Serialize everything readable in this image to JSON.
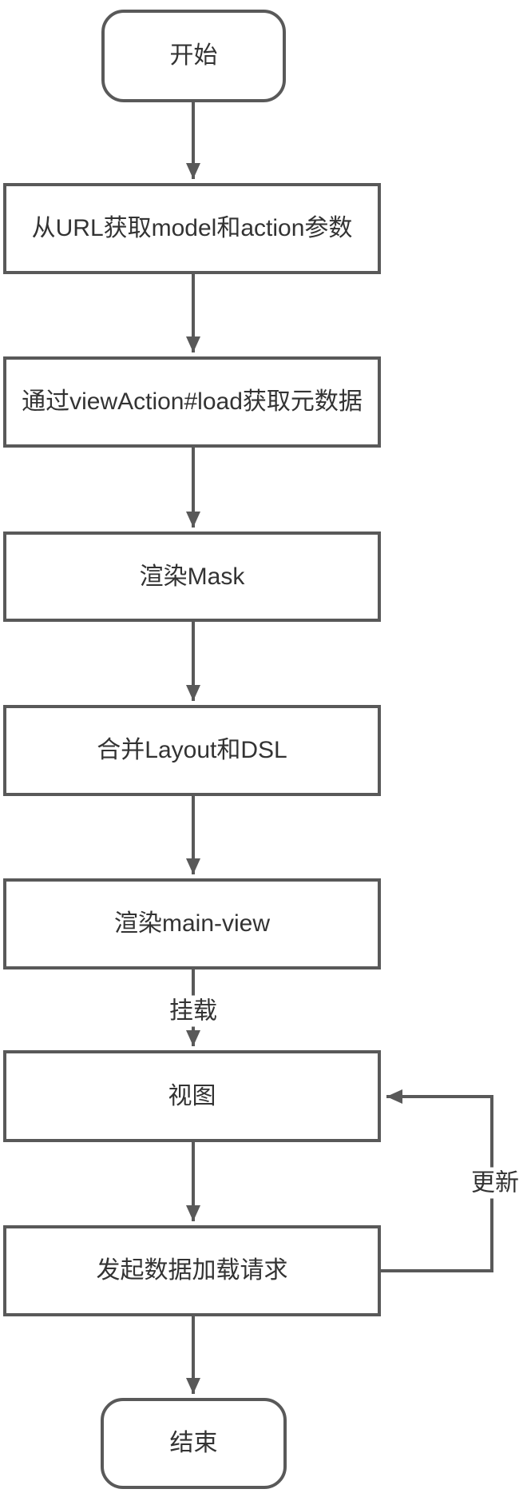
{
  "diagram": {
    "type": "flowchart",
    "direction": "top-down",
    "nodes": [
      {
        "id": "start",
        "shape": "rounded",
        "label": "开始"
      },
      {
        "id": "get-params",
        "shape": "rectangle",
        "label": "从URL获取model和action参数"
      },
      {
        "id": "load-metadata",
        "shape": "rectangle",
        "label": "通过viewAction#load获取元数据"
      },
      {
        "id": "render-mask",
        "shape": "rectangle",
        "label": "渲染Mask"
      },
      {
        "id": "merge-layout-dsl",
        "shape": "rectangle",
        "label": "合并Layout和DSL"
      },
      {
        "id": "render-main-view",
        "shape": "rectangle",
        "label": "渲染main-view"
      },
      {
        "id": "view",
        "shape": "rectangle",
        "label": "视图"
      },
      {
        "id": "request-data",
        "shape": "rectangle",
        "label": "发起数据加载请求"
      },
      {
        "id": "end",
        "shape": "rounded",
        "label": "结束"
      }
    ],
    "edges": [
      {
        "from": "start",
        "to": "get-params",
        "label": ""
      },
      {
        "from": "get-params",
        "to": "load-metadata",
        "label": ""
      },
      {
        "from": "load-metadata",
        "to": "render-mask",
        "label": ""
      },
      {
        "from": "render-mask",
        "to": "merge-layout-dsl",
        "label": ""
      },
      {
        "from": "merge-layout-dsl",
        "to": "render-main-view",
        "label": ""
      },
      {
        "from": "render-main-view",
        "to": "view",
        "label": "挂载"
      },
      {
        "from": "view",
        "to": "request-data",
        "label": ""
      },
      {
        "from": "request-data",
        "to": "end",
        "label": ""
      },
      {
        "from": "request-data",
        "to": "view",
        "label": "更新"
      }
    ]
  },
  "colors": {
    "line": "#595959",
    "text": "#333333",
    "node_fill": "#ffffff",
    "background": "#ffffff"
  }
}
